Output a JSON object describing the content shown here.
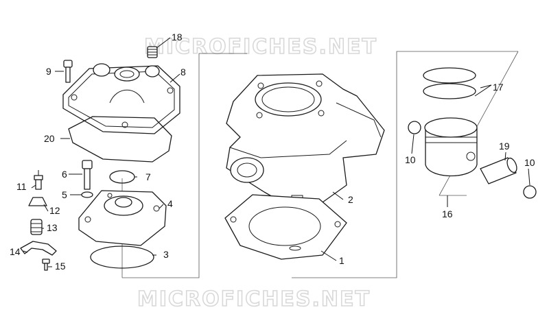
{
  "watermark": {
    "top": "MICROFICHES.NET",
    "bottom": "MICROFICHES.NET"
  },
  "colors": {
    "line": "#1a1a1a",
    "watermark": "#d8d8d8",
    "background": "#ffffff"
  },
  "callouts": [
    {
      "id": "c1",
      "label": "1"
    },
    {
      "id": "c2",
      "label": "2"
    },
    {
      "id": "c3",
      "label": "3"
    },
    {
      "id": "c4",
      "label": "4"
    },
    {
      "id": "c5",
      "label": "5"
    },
    {
      "id": "c6",
      "label": "6"
    },
    {
      "id": "c7",
      "label": "7"
    },
    {
      "id": "c8",
      "label": "8"
    },
    {
      "id": "c9",
      "label": "9"
    },
    {
      "id": "c10a",
      "label": "10"
    },
    {
      "id": "c10b",
      "label": "10"
    },
    {
      "id": "c11",
      "label": "11"
    },
    {
      "id": "c12",
      "label": "12"
    },
    {
      "id": "c13",
      "label": "13"
    },
    {
      "id": "c14",
      "label": "14"
    },
    {
      "id": "c15",
      "label": "15"
    },
    {
      "id": "c16",
      "label": "16"
    },
    {
      "id": "c17",
      "label": "17"
    },
    {
      "id": "c18",
      "label": "18"
    },
    {
      "id": "c19",
      "label": "19"
    },
    {
      "id": "c20",
      "label": "20"
    }
  ]
}
